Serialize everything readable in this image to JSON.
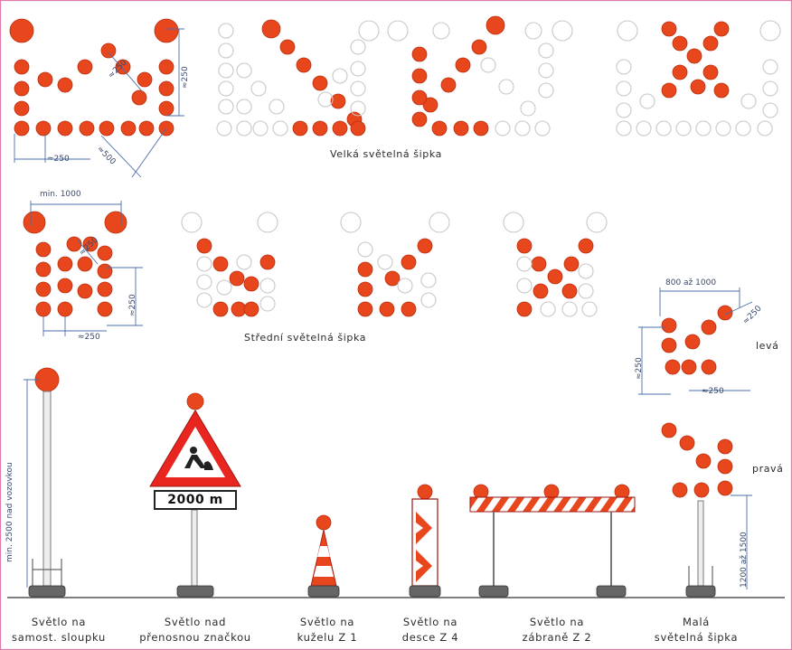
{
  "section_titles": {
    "large": "Velká světelná šipka",
    "medium": "Střední světelná šipka"
  },
  "side_labels": {
    "left": "levá",
    "right": "pravá"
  },
  "sign_plate_text": "2000 m",
  "dimensions": {
    "large_a": "≈250",
    "large_b": "≈250",
    "large_c": "≈250",
    "large_d": "≈500",
    "medium_min": "min. 1000",
    "medium_diag": "≈250",
    "medium_v": "≈250",
    "medium_h": "≈250",
    "small_width": "800 až 1000",
    "small_diag": "≈250",
    "small_v": "≈250",
    "small_h": "≈250",
    "post_height": "min. 2500 nad vozovkou",
    "small_post_height": "1200 až 1500"
  },
  "captions": [
    {
      "line1": "Světlo na",
      "line2": "samost. sloupku"
    },
    {
      "line1": "Světlo nad",
      "line2": "přenosnou značkou"
    },
    {
      "line1": "Světlo na",
      "line2": "kuželu Z 1"
    },
    {
      "line1": "Světlo na",
      "line2": "desce Z 4"
    },
    {
      "line1": "Světlo na",
      "line2": "zábraně Z 2"
    },
    {
      "line1": "Malá",
      "line2": "světelná šipka"
    }
  ],
  "colors": {
    "lamp": "#e8461c",
    "lamp_outline": "#b8300f",
    "off_lamp": "#c8c8c8",
    "dimension": "#4a6fa8",
    "frame": "#e07aa8",
    "post": "#7a7a7a"
  },
  "icons": {
    "roadworks_sign": "warning-triangle-roadworks-icon"
  }
}
